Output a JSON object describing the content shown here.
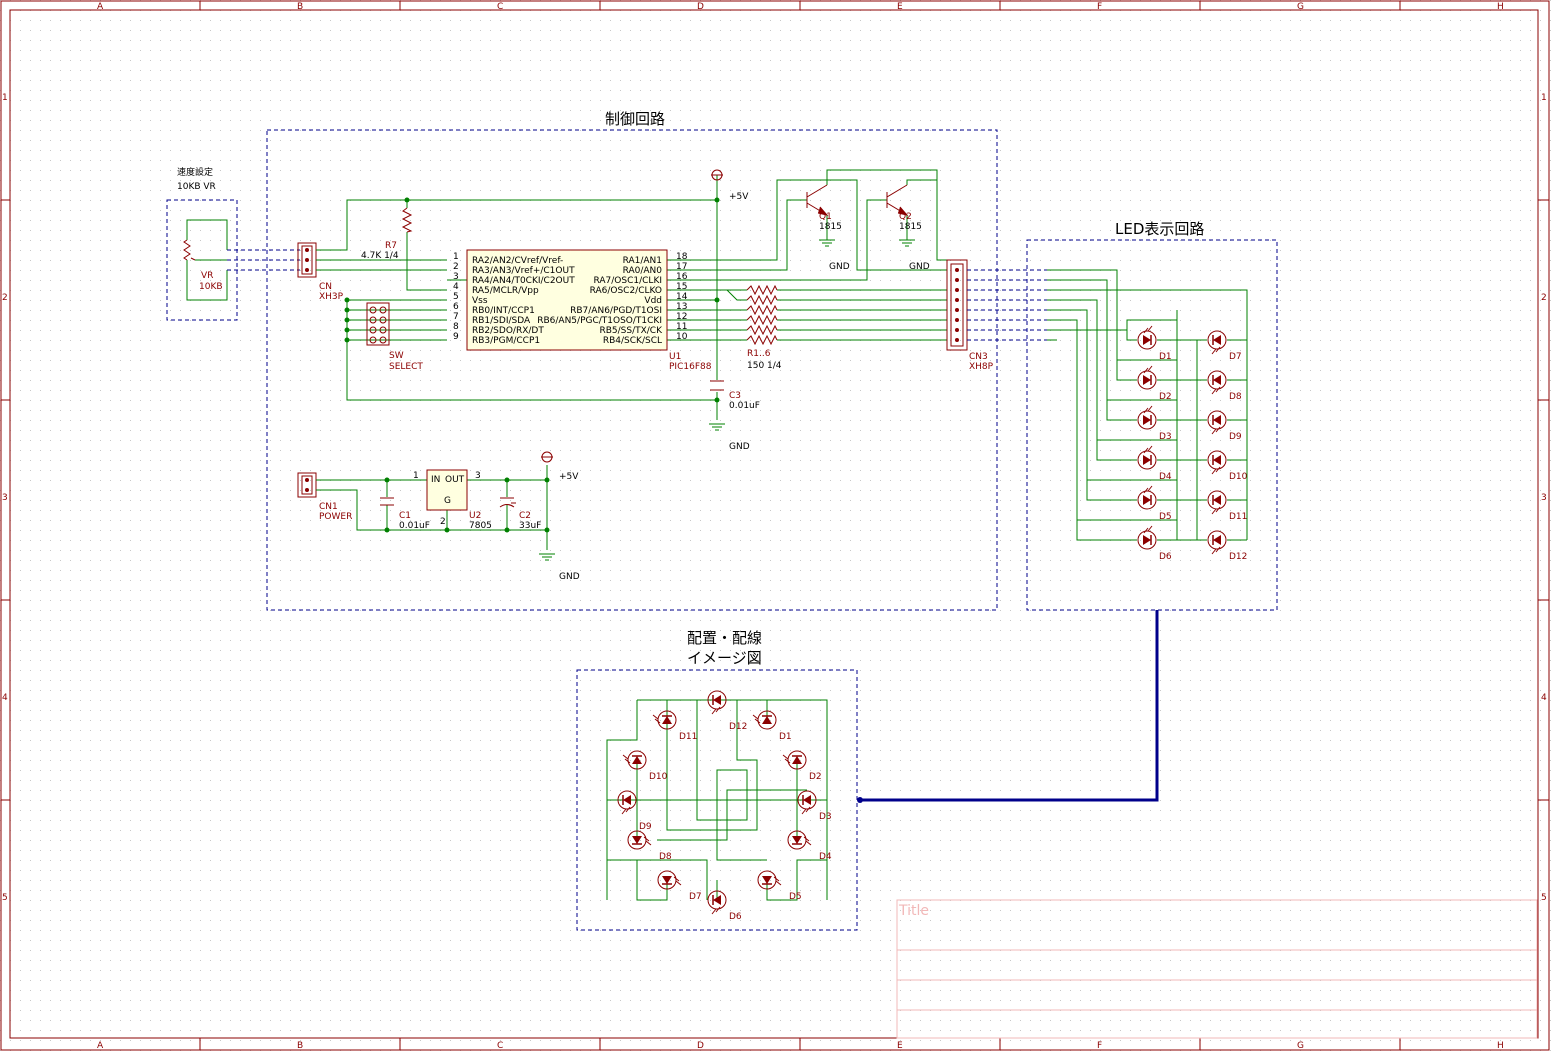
{
  "frame": {
    "cols": [
      "A",
      "B",
      "C",
      "D",
      "E",
      "F",
      "G",
      "H"
    ],
    "rows": [
      "1",
      "2",
      "3",
      "4",
      "5"
    ]
  },
  "blocks": {
    "control": "制御回路",
    "led": "LED表示回路",
    "layout_line1": "配置・配線",
    "layout_line2": "イメージ図"
  },
  "speed": {
    "title": "速度設定",
    "subtitle": "10KB VR",
    "ref": "VR",
    "value": "10KB"
  },
  "cn_vr": {
    "ref": "CN",
    "value": "XH3P"
  },
  "r7": {
    "ref": "R7",
    "value": "4.7K 1/4"
  },
  "sw": {
    "ref": "SW",
    "value": "SELECT"
  },
  "u1": {
    "ref": "U1",
    "value": "PIC16F88",
    "left_pins": [
      {
        "num": "1",
        "name": "RA2/AN2/CVref/Vref-"
      },
      {
        "num": "2",
        "name": "RA3/AN3/Vref+/C1OUT"
      },
      {
        "num": "3",
        "name": "RA4/AN4/T0CKI/C2OUT"
      },
      {
        "num": "4",
        "name": "RA5/MCLR/Vpp"
      },
      {
        "num": "5",
        "name": "Vss"
      },
      {
        "num": "6",
        "name": "RB0/INT/CCP1"
      },
      {
        "num": "7",
        "name": "RB1/SDI/SDA"
      },
      {
        "num": "8",
        "name": "RB2/SDO/RX/DT"
      },
      {
        "num": "9",
        "name": "RB3/PGM/CCP1"
      }
    ],
    "right_pins": [
      {
        "num": "18",
        "name": "RA1/AN1"
      },
      {
        "num": "17",
        "name": "RA0/AN0"
      },
      {
        "num": "16",
        "name": "RA7/OSC1/CLKI"
      },
      {
        "num": "15",
        "name": "RA6/OSC2/CLKO"
      },
      {
        "num": "14",
        "name": "Vdd"
      },
      {
        "num": "13",
        "name": "RB7/AN6/PGD/T1OSI"
      },
      {
        "num": "12",
        "name": "RB6/AN5/PGC/T1OSO/T1CKI"
      },
      {
        "num": "11",
        "name": "RB5/SS/TX/CK"
      },
      {
        "num": "10",
        "name": "RB4/SCK/SCL"
      }
    ]
  },
  "q1": {
    "ref": "Q1",
    "value": "1815"
  },
  "q2": {
    "ref": "Q2",
    "value": "1815"
  },
  "rnet": {
    "ref": "R1..6",
    "value": "150 1/4"
  },
  "c3": {
    "ref": "C3",
    "value": "0.01uF"
  },
  "cn3": {
    "ref": "CN3",
    "value": "XH8P"
  },
  "cn1": {
    "ref": "CN1",
    "value": "POWER"
  },
  "c1": {
    "ref": "C1",
    "value": "0.01uF"
  },
  "u2": {
    "ref": "U2",
    "value": "7805",
    "in_label": "IN",
    "out_label": "OUT",
    "g_label": "G",
    "pin1": "1",
    "pin2": "2",
    "pin3": "3"
  },
  "c2": {
    "ref": "C2",
    "value": "33uF"
  },
  "power": {
    "vcc": "+5V",
    "gnd": "GND"
  },
  "led_labels": {
    "left": [
      "D1",
      "D2",
      "D3",
      "D4",
      "D5",
      "D6"
    ],
    "right": [
      "D7",
      "D8",
      "D9",
      "D10",
      "D11",
      "D12"
    ]
  },
  "layout_labels": [
    "D1",
    "D2",
    "D3",
    "D4",
    "D5",
    "D6",
    "D7",
    "D8",
    "D9",
    "D10",
    "D11",
    "D12"
  ],
  "title_block": {
    "title": "Title"
  },
  "colors": {
    "wire": "#008000",
    "component": "#8b0000",
    "bus": "#00008b",
    "frame": "#8b0000",
    "dash": "#00008b",
    "junction": "#008000"
  }
}
